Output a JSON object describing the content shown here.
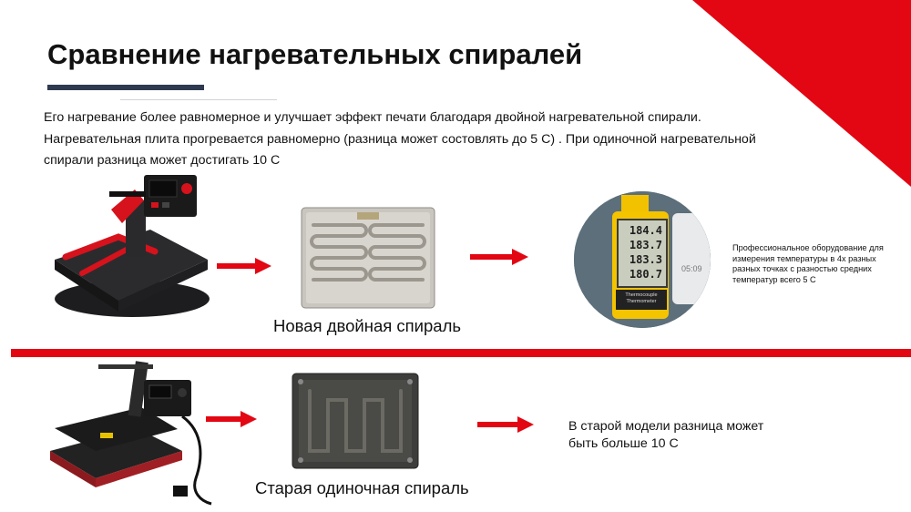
{
  "slide": {
    "title": "Сравнение нагревательных спиралей",
    "description": [
      "Его нагревание более равномерное и улучшает эффект печати благодаря двойной нагревательной спирали.",
      "Нагревательная плита прогревается равномерно (разница может состовлять до 5 С) . При одиночной нагревательной",
      "спирали разница может достигать 10 С"
    ],
    "colors": {
      "accent": "#e30613",
      "dark_bar": "#2e3a4f"
    }
  },
  "new_row": {
    "caption": "Новая двойная спираль",
    "note_lines": [
      "Профессиональное оборудование для",
      "измерения температуры в 4х разных",
      "разных точках с разностью средних",
      "температур всего 5 С"
    ],
    "meter": {
      "readings": [
        "184.4",
        "183.7",
        "183.3",
        "180.7"
      ],
      "label_line1": "Thermocouple",
      "label_line2": "Thermometer",
      "phone_time": "05:09"
    }
  },
  "old_row": {
    "caption": "Старая одиночная спираль",
    "note_lines": [
      "В старой модели разница может",
      "быть больше 10 С"
    ]
  },
  "icons": [
    "arrow-right-icon"
  ]
}
